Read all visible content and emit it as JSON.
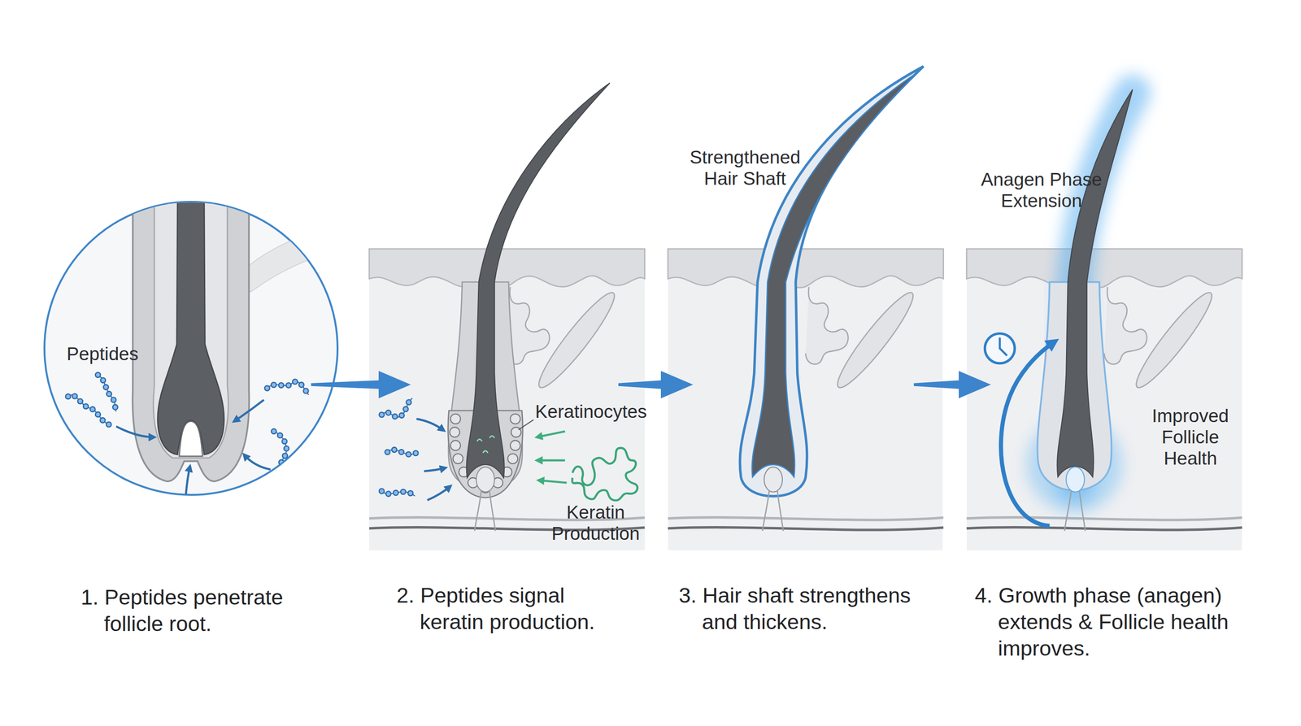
{
  "diagram": {
    "nodes": [
      {
        "text": [
          "Peptides",
          "1. Peptides penetrate follicle root."
        ]
      },
      {
        "text": [
          "Keratinocytes",
          "Keratin Production",
          "2. Peptides signal keratin production."
        ]
      },
      {
        "text": [
          "Strengthened Hair Shaft",
          "3. Hair shaft strengthens and thickens."
        ]
      },
      {
        "text": [
          "Anagen Phase Extension",
          "Improved Follicle Health",
          "4. Growth phase (anagen) extends & Follicle health improves."
        ]
      }
    ],
    "edges": [
      {
        "from": 0,
        "to": 1,
        "arrow": "to"
      },
      {
        "from": 1,
        "to": 2,
        "arrow": "to"
      },
      {
        "from": 2,
        "to": 3,
        "arrow": "to"
      }
    ]
  }
}
